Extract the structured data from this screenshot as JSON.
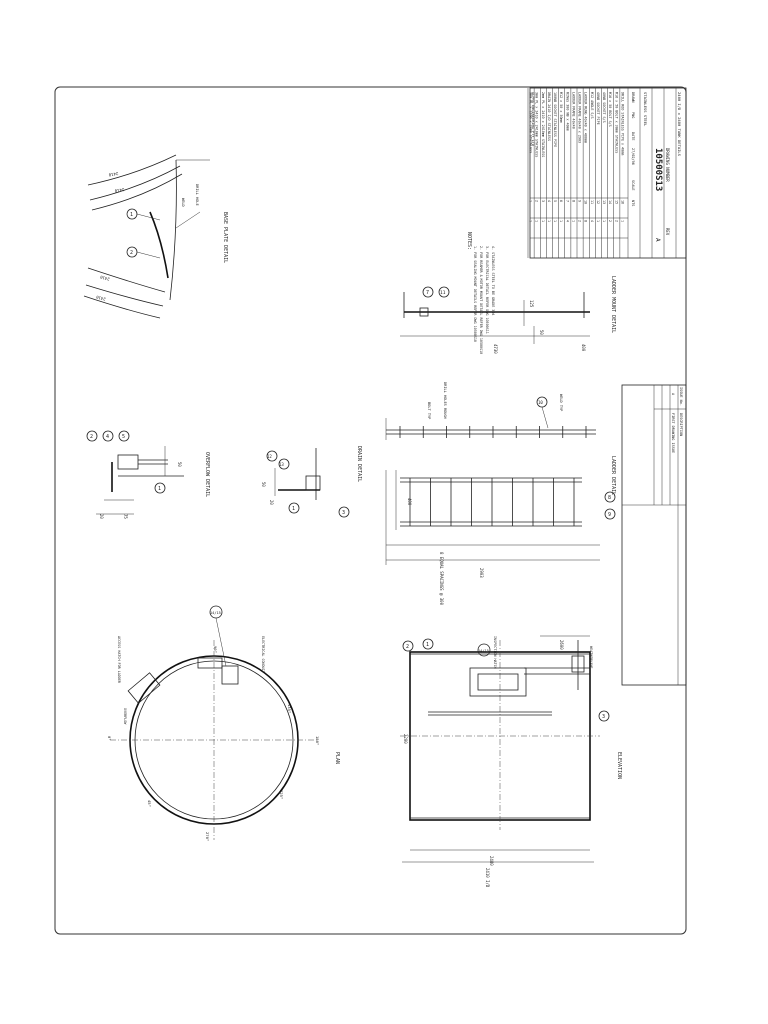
{
  "sheet": {
    "drawing_number": "10500S13",
    "sheet_size": "A3"
  },
  "views": {
    "base_plate_detail": "BASE PLATE DETAIL",
    "overflow_detail": "OVERFLOW DETAIL",
    "drain_detail": "DRAIN DETAIL",
    "ladder_mount_detail": "LADDER MOUNT DETAIL",
    "ladder_detail": "LADDER DETAIL",
    "plan": "PLAN",
    "elevation": "ELEVATION"
  },
  "notes": {
    "heading": "NOTES:",
    "lines": [
      "1. FOR SEALING MOUNT DETAILS REFER DWG 10500S10",
      "2. FOR REAMER & MOTOR MOUNT DETAIL REFER DWG 10500S10",
      "3. FOR ELECTRICAL DETAIL REFER DWG 10500S11",
      "4. STAINLESS STEEL TO BE GRADE 304"
    ]
  },
  "plan": {
    "angles": [
      "0°",
      "90°",
      "180°",
      "270°",
      "45°",
      "135°",
      "225°"
    ],
    "callouts": [
      "ACCESS HATCH FOR LADDER",
      "OVERFLOW",
      "ELECTRICAL CONDUIT"
    ],
    "balloon": "14/15"
  },
  "elevation": {
    "dim_height": "2480",
    "dim_diameter": "2410 I/D",
    "dim_center": "2200",
    "dim_ladder": "2600",
    "callouts": [
      "INSPECTION HATCH",
      "WEATHERVANE"
    ],
    "balloons": [
      "1",
      "2",
      "3",
      "14/15"
    ]
  },
  "ladder": {
    "dim_total": "2903",
    "dim_rungs": "8 EQUAL SPACINGS @ 300",
    "dim_width": "400",
    "callouts": [
      "BOLT TYP",
      "DRILL HOLES ROUGH",
      "WELD TYP"
    ],
    "balloons": [
      "8",
      "9",
      "10"
    ]
  },
  "ladder_mount": {
    "dims": [
      "4730",
      "400",
      "125",
      "50"
    ],
    "balloons": [
      "7",
      "11"
    ]
  },
  "overflow": {
    "dims": [
      "50",
      "75",
      "20"
    ],
    "balloons": [
      "1",
      "2",
      "4",
      "5"
    ]
  },
  "drain": {
    "dims": [
      "50",
      "20"
    ],
    "balloons": [
      "1",
      "3",
      "12",
      "13"
    ]
  },
  "base_plate": {
    "dims": [
      "2410",
      "2410",
      "2410",
      "2410"
    ],
    "callouts": [
      "WELD",
      "DRILL HOLE"
    ],
    "balloons": [
      "1",
      "2"
    ]
  },
  "parts_list": {
    "rows": [
      {
        "item": "16",
        "qty": "1",
        "desc": "DRILL ROD STAINLESS PIPE x 40mm"
      },
      {
        "item": "15",
        "qty": "2",
        "desc": "M16 x 50 BOLT x 30mm STAINLESS"
      },
      {
        "item": "14",
        "qty": "2",
        "desc": "M16 x 50 BOLT S/S"
      },
      {
        "item": "13",
        "qty": "1",
        "desc": "40NB SOCKET S/S"
      },
      {
        "item": "12",
        "qty": "1",
        "desc": "40NB SOCKET PIPE"
      },
      {
        "item": "11",
        "qty": "4",
        "desc": "M12 ANGLE S/S"
      },
      {
        "item": "10",
        "qty": "8",
        "desc": "LADDER RUNG 40x40 x 400mm"
      },
      {
        "item": "9",
        "qty": "2",
        "desc": "LADDER FRAME 40x40 x 2903"
      },
      {
        "item": "8",
        "qty": "1",
        "desc": "LADDER FRAME 40x40"
      },
      {
        "item": "7",
        "qty": "4",
        "desc": "RINGS 300 NB x 40mm"
      },
      {
        "item": "6",
        "qty": "1",
        "desc": "M12 x 50 x 50mm"
      },
      {
        "item": "5",
        "qty": "1",
        "desc": "100NB SOCKET STAINLESS PIPE"
      },
      {
        "item": "4",
        "qty": "1",
        "desc": "DRAIN 2410 I/D STAINLESS"
      },
      {
        "item": "3",
        "qty": "1",
        "desc": "2mm PL x 2410 x 2410mm STAINLESS"
      },
      {
        "item": "2",
        "qty": "1",
        "desc": "3mm PL x 2410 x 2410mm STAINLESS"
      },
      {
        "item": "1",
        "qty": "1",
        "desc": "3mm PL x 1200 x 2400 STAINLESS"
      }
    ],
    "header": {
      "item": "ITEM",
      "qty": "QTY",
      "desc": "DESCRIPTION"
    },
    "title_desc": "2400 I/D x 2480 TANK DETAILS",
    "material": "STAINLESS STEEL",
    "drawn_label": "DRAWN",
    "drawn_value": "PNG",
    "date_label": "DATE",
    "date_value": "27/02/96",
    "checked_label": "CHECKED",
    "scale_label": "SCALE",
    "scale_value": "NTS",
    "company": "ALPHA ENGINEERING PTY LTD",
    "rev_label": "REV",
    "rev_value": "A",
    "drawing_number_label": "DRAWING NUMBER"
  },
  "revision": {
    "header_no": "ISSUE No.",
    "header_desc": "DESCRIPTION",
    "row_no": "A",
    "row_desc": "FIRST DRAWING ISSUE"
  }
}
